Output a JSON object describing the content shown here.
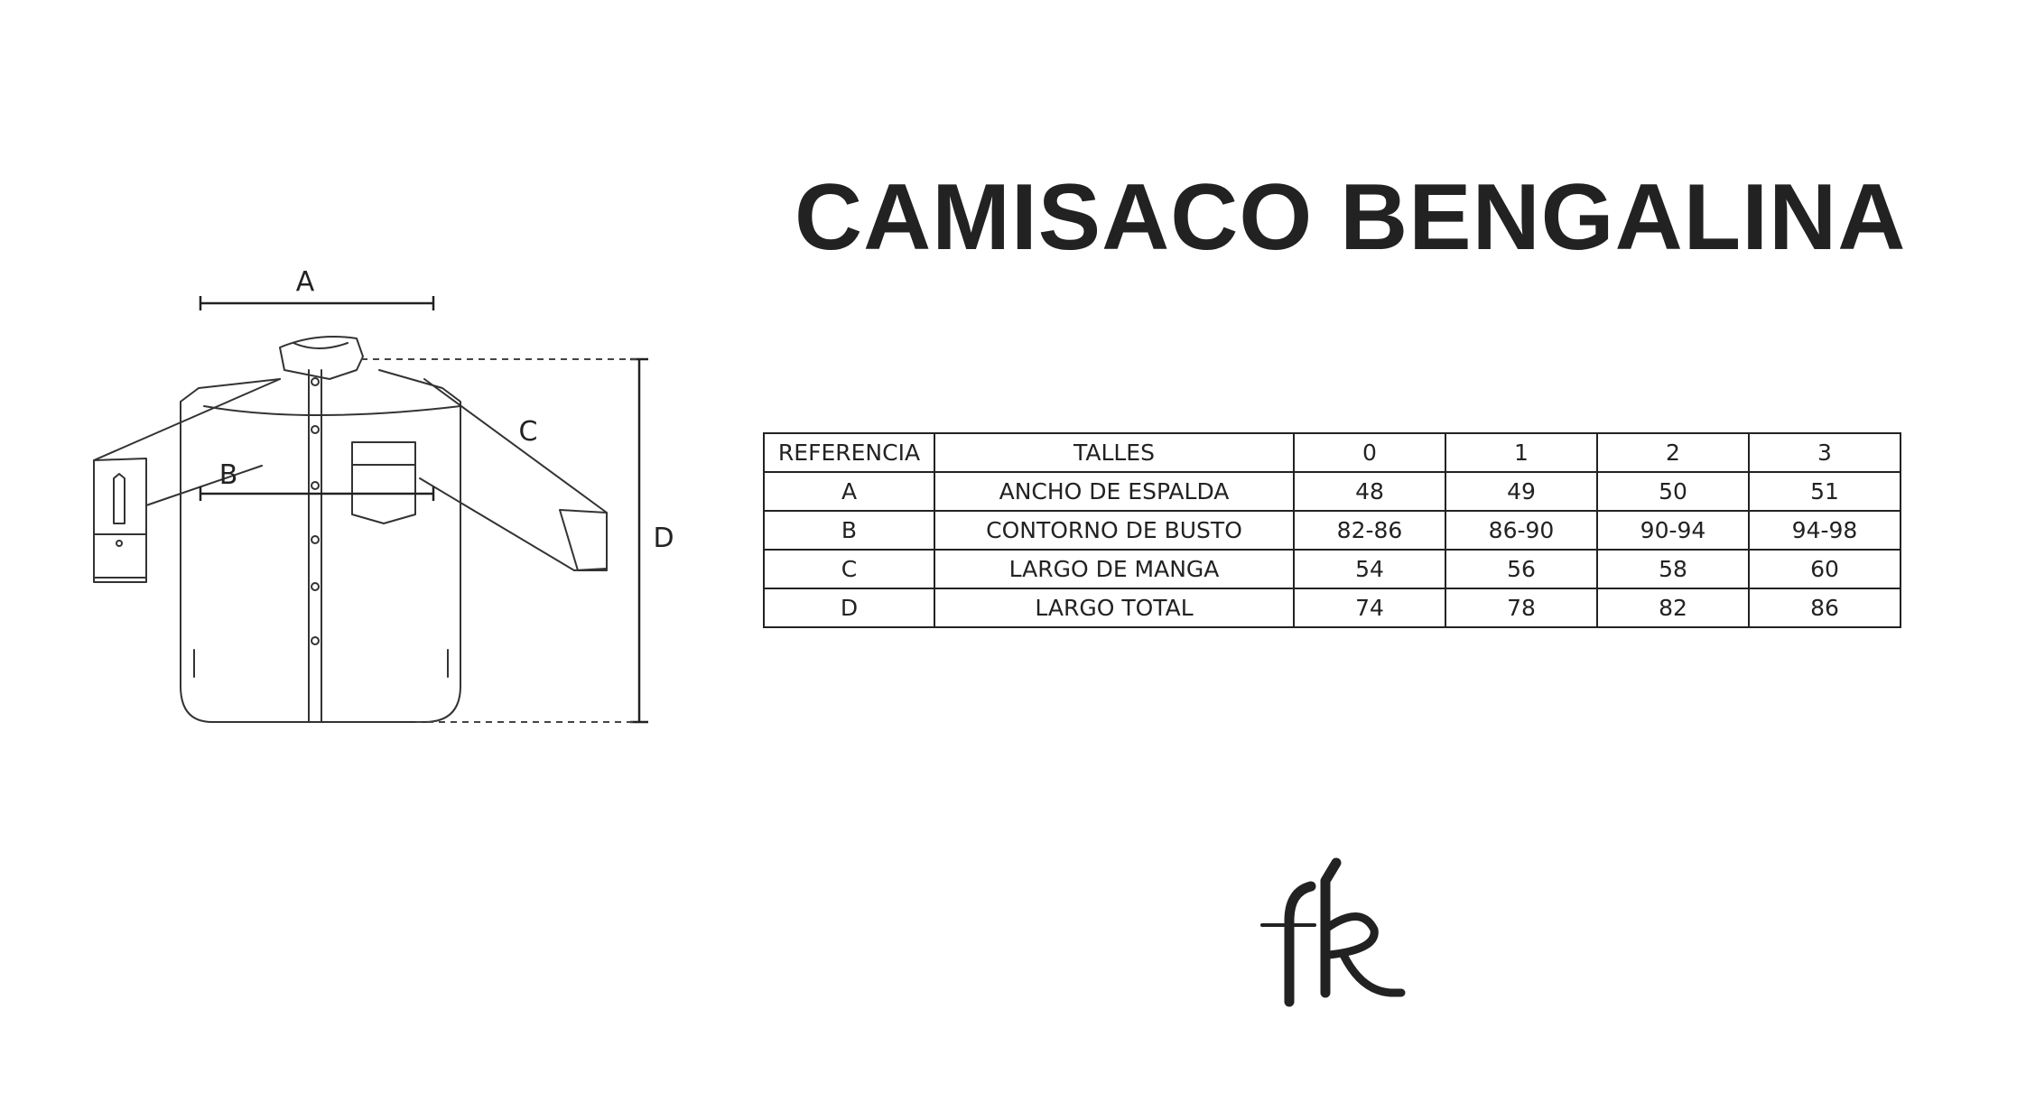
{
  "title": "CAMISACO BENGALINA",
  "diagram": {
    "labels": {
      "a": "A",
      "b": "B",
      "c": "C",
      "d": "D"
    }
  },
  "size_table": {
    "headers": [
      "REFERENCIA",
      "TALLES",
      "0",
      "1",
      "2",
      "3"
    ],
    "rows": [
      {
        "ref": "A",
        "name": "ANCHO DE ESPALDA",
        "values": [
          "48",
          "49",
          "50",
          "51"
        ]
      },
      {
        "ref": "B",
        "name": "CONTORNO DE BUSTO",
        "values": [
          "82-86",
          "86-90",
          "90-94",
          "94-98"
        ]
      },
      {
        "ref": "C",
        "name": "LARGO DE MANGA",
        "values": [
          "54",
          "56",
          "58",
          "60"
        ]
      },
      {
        "ref": "D",
        "name": "LARGO TOTAL",
        "values": [
          "74",
          "78",
          "82",
          "86"
        ]
      }
    ]
  },
  "logo": {
    "text": "fk",
    "icon": "fk-monogram-logo"
  },
  "colors": {
    "ink": "#222222",
    "background": "#ffffff"
  }
}
